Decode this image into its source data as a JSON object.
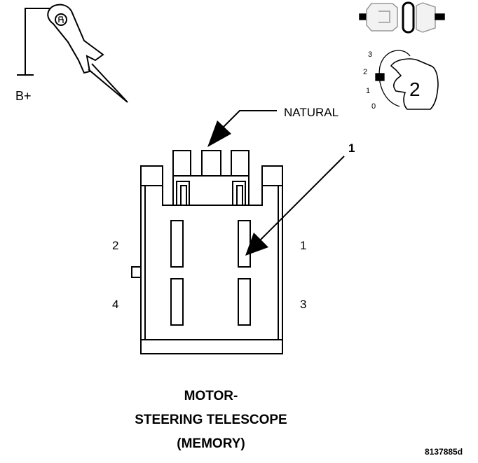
{
  "probe": {
    "label": "B+"
  },
  "connector_view": {
    "color_label": "NATURAL",
    "callout_number": "1"
  },
  "pins": {
    "p1": "1",
    "p2": "2",
    "p3": "3",
    "p4": "4"
  },
  "legend": {
    "scale_labels": [
      "3",
      "2",
      "1",
      "0"
    ],
    "selected_value": "2"
  },
  "title": {
    "line1": "MOTOR-",
    "line2": "STEERING TELESCOPE",
    "line3": "(MEMORY)"
  },
  "figure_id": "8137885d",
  "colors": {
    "ink": "#000000",
    "background": "#ffffff"
  }
}
